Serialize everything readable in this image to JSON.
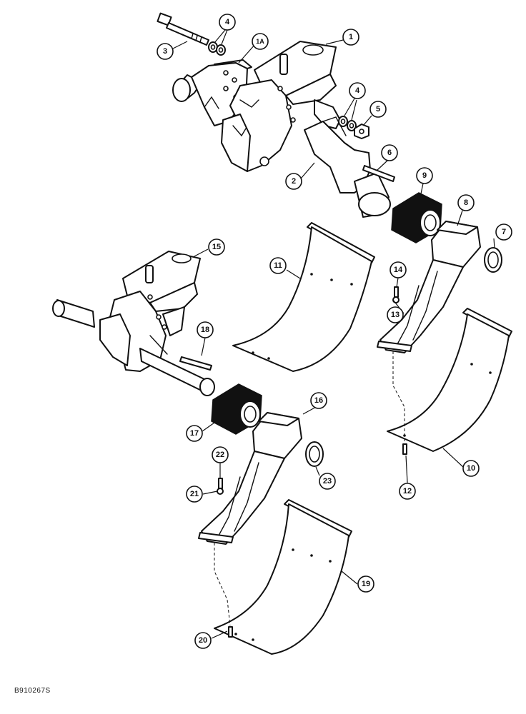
{
  "callouts": [
    "1",
    "1A",
    "2",
    "3",
    "4",
    "4",
    "5",
    "6",
    "7",
    "8",
    "9",
    "10",
    "11",
    "12",
    "13",
    "14",
    "15",
    "16",
    "17",
    "18",
    "19",
    "20",
    "21",
    "22",
    "23"
  ],
  "reference_code": "B910267S"
}
